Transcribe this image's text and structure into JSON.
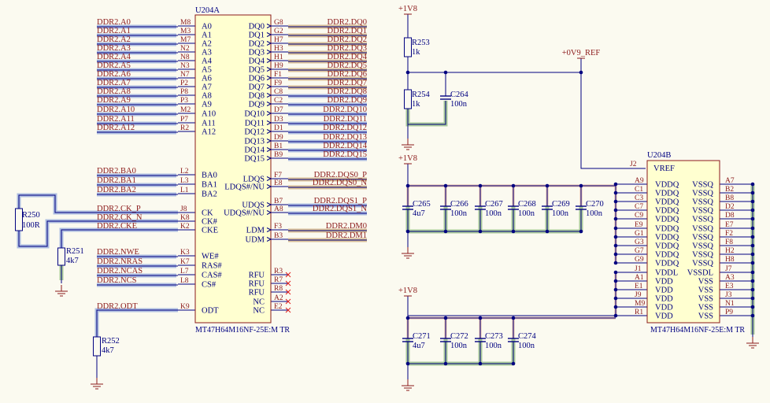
{
  "u204a": {
    "ref": "U204A",
    "part": "MT47H64M16NF-25E:M TR",
    "left_pins": [
      {
        "num": "M8",
        "name": "A0",
        "net": "DDR2.A0"
      },
      {
        "num": "M3",
        "name": "A1",
        "net": "DDR2.A1"
      },
      {
        "num": "M7",
        "name": "A2",
        "net": "DDR2.A2"
      },
      {
        "num": "N2",
        "name": "A3",
        "net": "DDR2.A3"
      },
      {
        "num": "N8",
        "name": "A4",
        "net": "DDR2.A4"
      },
      {
        "num": "N3",
        "name": "A5",
        "net": "DDR2.A5"
      },
      {
        "num": "N7",
        "name": "A6",
        "net": "DDR2.A6"
      },
      {
        "num": "P2",
        "name": "A7",
        "net": "DDR2.A7"
      },
      {
        "num": "P8",
        "name": "A8",
        "net": "DDR2.A8"
      },
      {
        "num": "P3",
        "name": "A9",
        "net": "DDR2.A9"
      },
      {
        "num": "M2",
        "name": "A10",
        "net": "DDR2.A10"
      },
      {
        "num": "P7",
        "name": "A11",
        "net": "DDR2.A11"
      },
      {
        "num": "R2",
        "name": "A12",
        "net": "DDR2.A12"
      },
      {
        "num": "L2",
        "name": "BA0",
        "net": "DDR2.BA0"
      },
      {
        "num": "L3",
        "name": "BA1",
        "net": "DDR2.BA1"
      },
      {
        "num": "L1",
        "name": "BA2",
        "net": "DDR2.BA2"
      },
      {
        "num": "J8",
        "name": "CK",
        "net": "DDR2.CK_P"
      },
      {
        "num": "K8",
        "name": "CK#",
        "net": "DDR2.CK_N"
      },
      {
        "num": "K2",
        "name": "CKE",
        "net": "DDR2.CKE"
      },
      {
        "num": "K3",
        "name": "WE#",
        "net": "DDR2.NWE"
      },
      {
        "num": "K7",
        "name": "RAS#",
        "net": "DDR2.NRAS"
      },
      {
        "num": "L7",
        "name": "CAS#",
        "net": "DDR2.NCAS"
      },
      {
        "num": "L8",
        "name": "CS#",
        "net": "DDR2.NCS"
      },
      {
        "num": "K9",
        "name": "ODT",
        "net": "DDR2.ODT"
      }
    ],
    "right_pins": [
      {
        "num": "G8",
        "name": "DQ0",
        "net": "DDR2.DQ0"
      },
      {
        "num": "G2",
        "name": "DQ1",
        "net": "DDR2.DQ1"
      },
      {
        "num": "H7",
        "name": "DQ2",
        "net": "DDR2.DQ2"
      },
      {
        "num": "H3",
        "name": "DQ3",
        "net": "DDR2.DQ3"
      },
      {
        "num": "H1",
        "name": "DQ4",
        "net": "DDR2.DQ4"
      },
      {
        "num": "H9",
        "name": "DQ5",
        "net": "DDR2.DQ5"
      },
      {
        "num": "F1",
        "name": "DQ6",
        "net": "DDR2.DQ6"
      },
      {
        "num": "F9",
        "name": "DQ7",
        "net": "DDR2.DQ7"
      },
      {
        "num": "C8",
        "name": "DQ8",
        "net": "DDR2.DQ8"
      },
      {
        "num": "C2",
        "name": "DQ9",
        "net": "DDR2.DQ9"
      },
      {
        "num": "D7",
        "name": "DQ10",
        "net": "DDR2.DQ10"
      },
      {
        "num": "D3",
        "name": "DQ11",
        "net": "DDR2.DQ11"
      },
      {
        "num": "D1",
        "name": "DQ12",
        "net": "DDR2.DQ12"
      },
      {
        "num": "D9",
        "name": "DQ13",
        "net": "DDR2.DQ13"
      },
      {
        "num": "B1",
        "name": "DQ14",
        "net": "DDR2.DQ14"
      },
      {
        "num": "B9",
        "name": "DQ15",
        "net": "DDR2.DQ15"
      },
      {
        "num": "F7",
        "name": "LDQS",
        "net": "DDR2.DQS0_P"
      },
      {
        "num": "E8",
        "name": "LDQS#/NU",
        "net": "DDR2.DQS0_N"
      },
      {
        "num": "B7",
        "name": "UDQS",
        "net": "DDR2.DQS1_P"
      },
      {
        "num": "A8",
        "name": "UDQS#/NU",
        "net": "DDR2.DQS1_N"
      },
      {
        "num": "F3",
        "name": "LDM",
        "net": "DDR2.DM0"
      },
      {
        "num": "B3",
        "name": "UDM",
        "net": "DDR2.DM1"
      },
      {
        "num": "R3",
        "name": "RFU",
        "net": ""
      },
      {
        "num": "R7",
        "name": "RFU",
        "net": ""
      },
      {
        "num": "R8",
        "name": "RFU",
        "net": ""
      },
      {
        "num": "A2",
        "name": "NC",
        "net": ""
      },
      {
        "num": "E2",
        "name": "NC",
        "net": ""
      }
    ]
  },
  "u204b": {
    "ref": "U204B",
    "part": "MT47H64M16NF-25E:M TR",
    "vref": {
      "num": "J2",
      "name": "VREF"
    },
    "left_pins": [
      {
        "num": "A9",
        "name": "VDDQ"
      },
      {
        "num": "C1",
        "name": "VDDQ"
      },
      {
        "num": "C3",
        "name": "VDDQ"
      },
      {
        "num": "C7",
        "name": "VDDQ"
      },
      {
        "num": "C9",
        "name": "VDDQ"
      },
      {
        "num": "E9",
        "name": "VDDQ"
      },
      {
        "num": "G1",
        "name": "VDDQ"
      },
      {
        "num": "G3",
        "name": "VDDQ"
      },
      {
        "num": "G7",
        "name": "VDDQ"
      },
      {
        "num": "G9",
        "name": "VDDQ"
      },
      {
        "num": "J1",
        "name": "VDDL"
      },
      {
        "num": "A1",
        "name": "VDD"
      },
      {
        "num": "E1",
        "name": "VDD"
      },
      {
        "num": "J9",
        "name": "VDD"
      },
      {
        "num": "M9",
        "name": "VDD"
      },
      {
        "num": "R1",
        "name": "VDD"
      }
    ],
    "right_pins": [
      {
        "num": "A7",
        "name": "VSSQ"
      },
      {
        "num": "B2",
        "name": "VSSQ"
      },
      {
        "num": "B8",
        "name": "VSSQ"
      },
      {
        "num": "D2",
        "name": "VSSQ"
      },
      {
        "num": "D8",
        "name": "VSSQ"
      },
      {
        "num": "E7",
        "name": "VSSQ"
      },
      {
        "num": "F2",
        "name": "VSSQ"
      },
      {
        "num": "F8",
        "name": "VSSQ"
      },
      {
        "num": "H2",
        "name": "VSSQ"
      },
      {
        "num": "H8",
        "name": "VSSQ"
      },
      {
        "num": "J7",
        "name": "VSSDL"
      },
      {
        "num": "A3",
        "name": "VSS"
      },
      {
        "num": "E3",
        "name": "VSS"
      },
      {
        "num": "J3",
        "name": "VSS"
      },
      {
        "num": "N1",
        "name": "VSS"
      },
      {
        "num": "P9",
        "name": "VSS"
      }
    ]
  },
  "resistors": {
    "r250": {
      "ref": "R250",
      "value": "100R"
    },
    "r251": {
      "ref": "R251",
      "value": "4k7"
    },
    "r252": {
      "ref": "R252",
      "value": "4k7"
    },
    "r253": {
      "ref": "R253",
      "value": "1k"
    },
    "r254": {
      "ref": "R254",
      "value": "1k"
    }
  },
  "capacitors": {
    "c264": {
      "ref": "C264",
      "value": "100n"
    },
    "row1": [
      {
        "ref": "C265",
        "value": "4u7"
      },
      {
        "ref": "C266",
        "value": "100n"
      },
      {
        "ref": "C267",
        "value": "100n"
      },
      {
        "ref": "C268",
        "value": "100n"
      },
      {
        "ref": "C269",
        "value": "100n"
      },
      {
        "ref": "C270",
        "value": "100n"
      }
    ],
    "row2": [
      {
        "ref": "C271",
        "value": "4u7"
      },
      {
        "ref": "C272",
        "value": "100n"
      },
      {
        "ref": "C273",
        "value": "100n"
      },
      {
        "ref": "C274",
        "value": "100n"
      }
    ]
  },
  "power": {
    "v1": "+1V8",
    "v2": "+1V8",
    "v3": "+1V8",
    "vref": "+0V9_REF"
  }
}
